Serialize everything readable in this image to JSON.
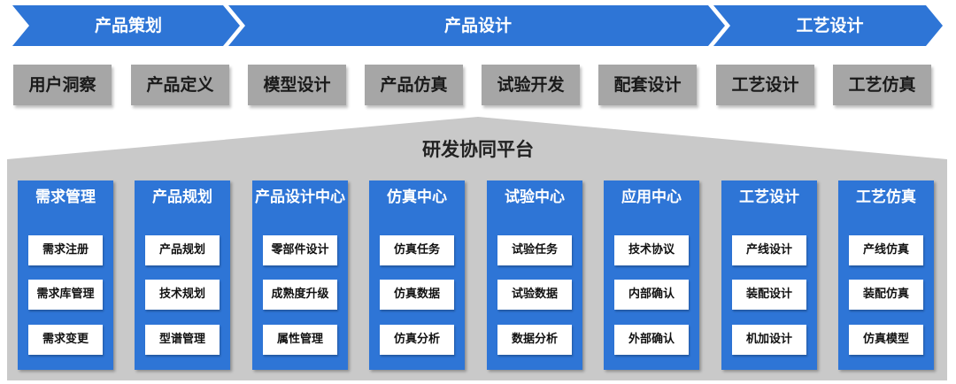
{
  "phases": [
    {
      "label": "产品策划"
    },
    {
      "label": "产品设计"
    },
    {
      "label": "工艺设计"
    }
  ],
  "stages": [
    "用户洞察",
    "产品定义",
    "模型设计",
    "产品仿真",
    "试验开发",
    "配套设计",
    "工艺设计",
    "工艺仿真"
  ],
  "platform": {
    "title": "研发协同平台",
    "modules": [
      {
        "title": "需求管理",
        "items": [
          "需求注册",
          "需求库管理",
          "需求变更"
        ]
      },
      {
        "title": "产品规划",
        "items": [
          "产品规划",
          "技术规划",
          "型谱管理"
        ]
      },
      {
        "title": "产品设计中心",
        "items": [
          "零部件设计",
          "成熟度升级",
          "属性管理"
        ]
      },
      {
        "title": "仿真中心",
        "items": [
          "仿真任务",
          "仿真数据",
          "仿真分析"
        ]
      },
      {
        "title": "试验中心",
        "items": [
          "试验任务",
          "试验数据",
          "数据分析"
        ]
      },
      {
        "title": "应用中心",
        "items": [
          "技术协议",
          "内部确认",
          "外部确认"
        ]
      },
      {
        "title": "工艺设计",
        "items": [
          "产线设计",
          "装配设计",
          "机加设计"
        ]
      },
      {
        "title": "工艺仿真",
        "items": [
          "产线仿真",
          "装配仿真",
          "仿真模型"
        ]
      }
    ]
  },
  "colors": {
    "phase_blue": "#2e75d6",
    "stage_gray": "#a6a6a6",
    "platform_gray": "#c9c9c9",
    "module_blue": "#2e75d6"
  }
}
